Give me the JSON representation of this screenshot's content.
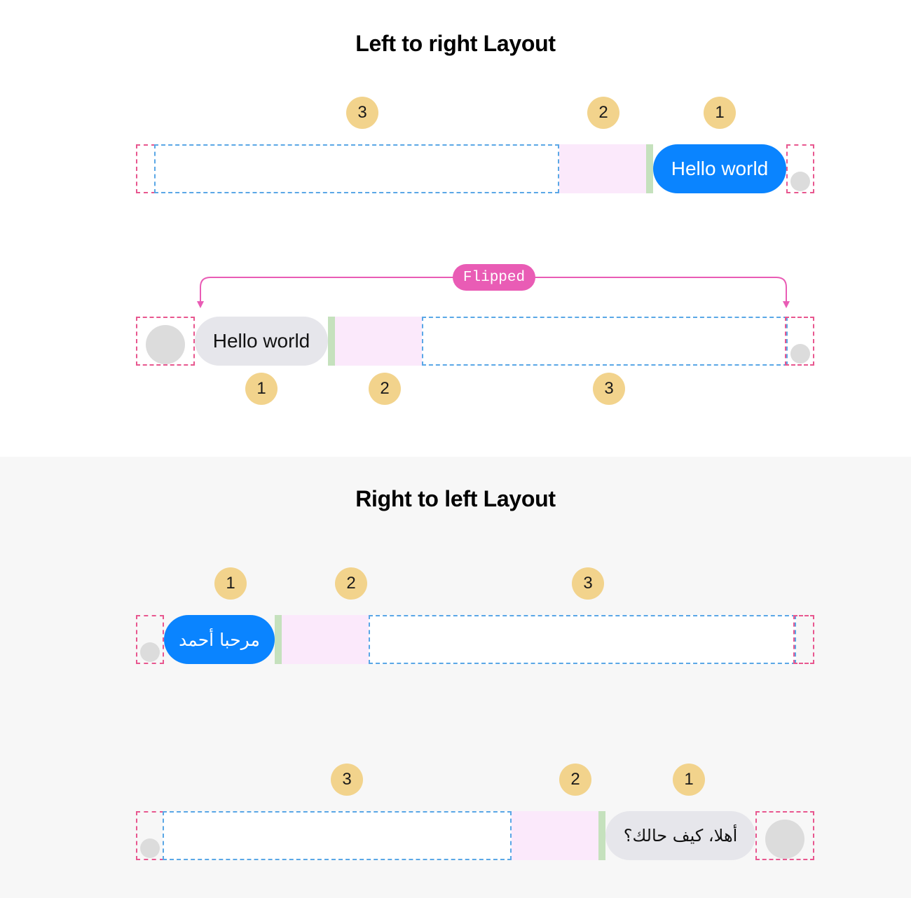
{
  "ltr_section": {
    "title": "Left to right Layout",
    "row1": {
      "badges": [
        "3",
        "2",
        "1"
      ],
      "bubble_text": "Hello world"
    },
    "row2": {
      "flipped_label": "Flipped",
      "badges": [
        "1",
        "2",
        "3"
      ],
      "bubble_text": "Hello world"
    }
  },
  "rtl_section": {
    "title": "Right to left Layout",
    "row1": {
      "badges": [
        "1",
        "2",
        "3"
      ],
      "bubble_text": "مرحبا أحمد"
    },
    "row2": {
      "badges": [
        "3",
        "2",
        "1"
      ],
      "bubble_text": "أهلا، كيف حالك؟"
    }
  },
  "colors": {
    "badge": "#f2d38c",
    "outgoing_bubble": "#0a84ff",
    "incoming_bubble": "#e6e6eb",
    "spacer_fill": "#fbe9fb",
    "gap_bar": "#c5e1bd",
    "outer_guide": "#e8578f",
    "flex_guide": "#5aa7e6",
    "flipped_accent": "#e95cb5",
    "avatar": "#dcdcdc",
    "rtl_background": "#f7f7f7"
  }
}
